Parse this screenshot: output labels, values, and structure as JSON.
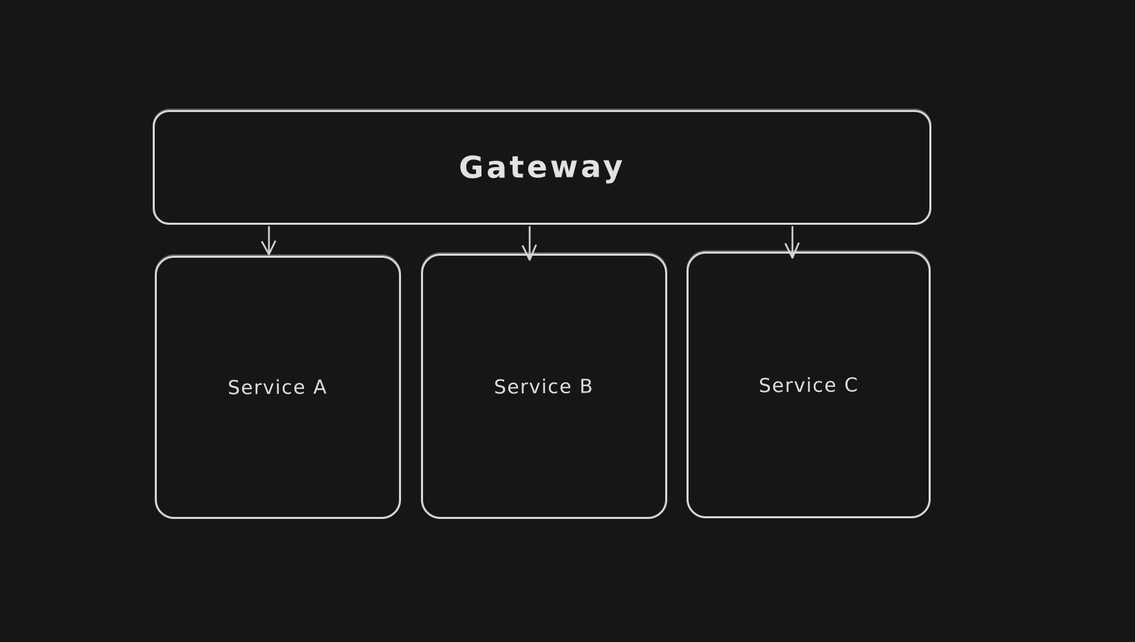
{
  "canvas": {
    "background_color": "#161616",
    "stroke_color": "#d6d6d6",
    "text_color": "#dedede"
  },
  "diagram": {
    "type": "architecture-flowchart",
    "nodes": [
      {
        "id": "gateway",
        "label": "Gateway"
      },
      {
        "id": "service-a",
        "label": "Service A"
      },
      {
        "id": "service-b",
        "label": "Service B"
      },
      {
        "id": "service-c",
        "label": "Service C"
      }
    ],
    "edges": [
      {
        "from": "gateway",
        "to": "service-a",
        "arrow": "down"
      },
      {
        "from": "gateway",
        "to": "service-b",
        "arrow": "down"
      },
      {
        "from": "gateway",
        "to": "service-c",
        "arrow": "down"
      }
    ]
  }
}
